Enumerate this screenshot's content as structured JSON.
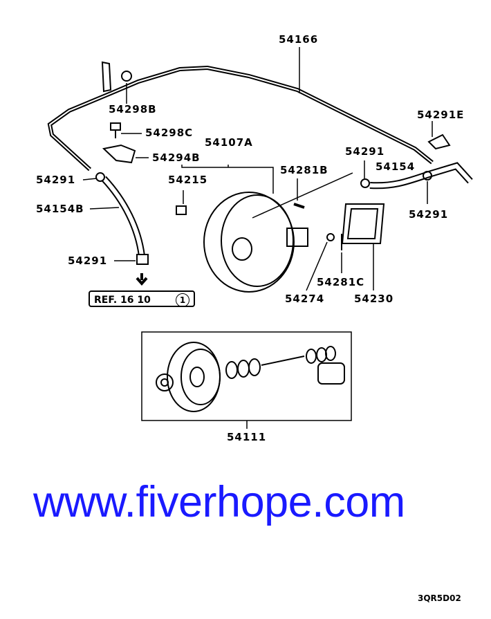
{
  "labels": {
    "l54166": "54166",
    "l54298B": "54298B",
    "l54298C": "54298C",
    "l54107A": "54107A",
    "l54291E": "54291E",
    "l54294B": "54294B",
    "l54291a": "54291",
    "l54281B": "54281B",
    "l54154": "54154",
    "l54291b": "54291",
    "l54215": "54215",
    "l54154B": "54154B",
    "l54291c": "54291",
    "l54291d": "54291",
    "l54281C": "54281C",
    "l54274": "54274",
    "l54230": "54230",
    "l54111": "54111"
  },
  "ref_box": "REF. 16   10",
  "ref_circle": "1",
  "watermark": "www.fiverhope.com",
  "diagram_code": "3QR5D02",
  "colors": {
    "watermark": "#1a1aff",
    "lines": "#000000"
  }
}
